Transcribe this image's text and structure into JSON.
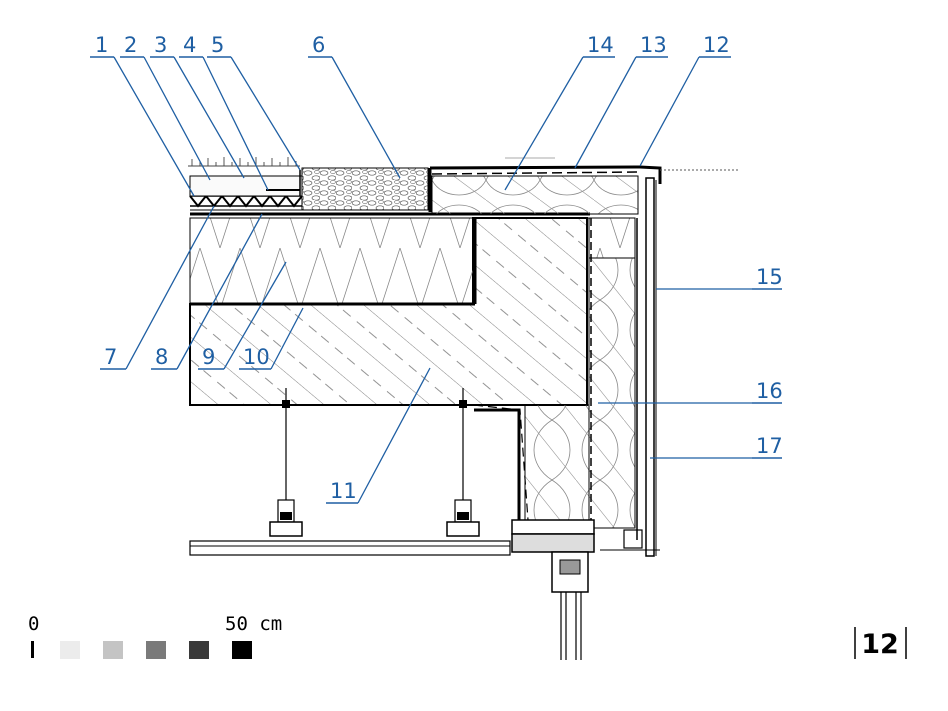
{
  "callouts": [
    "1",
    "2",
    "3",
    "4",
    "5",
    "6",
    "7",
    "8",
    "9",
    "10",
    "11",
    "12",
    "13",
    "14",
    "15",
    "16",
    "17"
  ],
  "scale": {
    "start_label": "0",
    "end_label": "50 cm",
    "swatch_colors": [
      "#ececec",
      "#c4c4c4",
      "#7a7a7a",
      "#3a3a3a",
      "#000000"
    ]
  },
  "page_number": "12",
  "colors": {
    "callout": "#1f5fa3",
    "line": "#000000"
  }
}
